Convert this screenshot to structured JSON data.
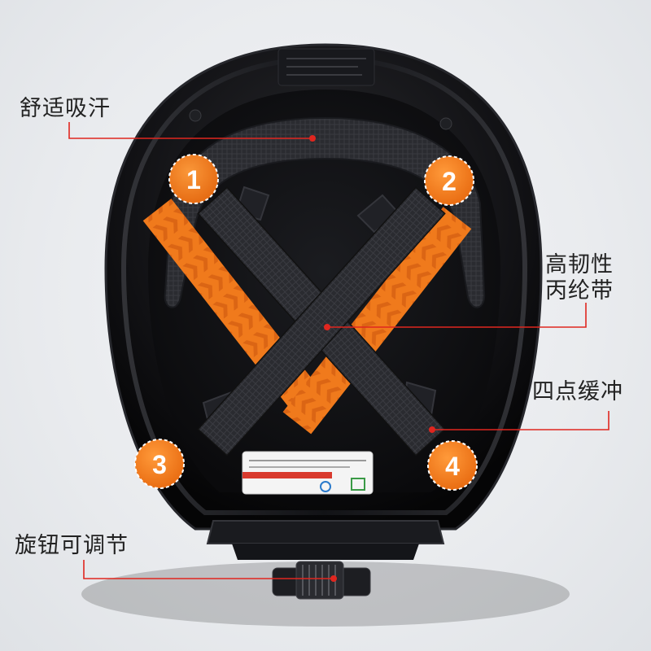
{
  "callouts": {
    "comfort": "舒适吸汗",
    "strap": "高韧性丙纶带",
    "buffer": "四点缓冲",
    "knob": "旋钮可调节"
  },
  "badges": [
    "1",
    "2",
    "3",
    "4"
  ],
  "colors": {
    "accent_orange": "#f07a1c",
    "callout_line": "#e0261f",
    "helmet_black": "#0d0d0f"
  }
}
